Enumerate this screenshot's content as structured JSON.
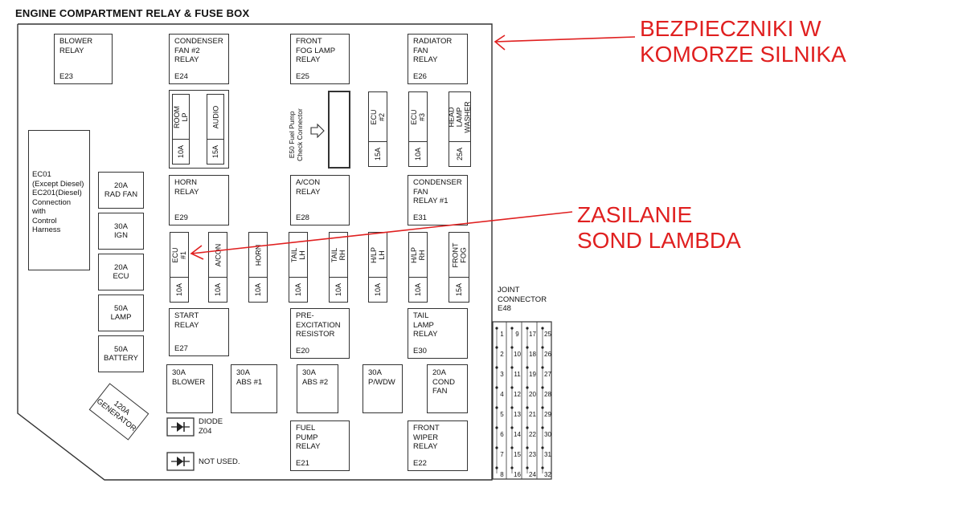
{
  "title": "ENGINE COMPARTMENT RELAY & FUSE BOX",
  "annotations": {
    "fuses_label": "BEZPIECZNIKI W\nKOMORZE SILNIKA",
    "lambda_label": "ZASILANIE\nSOND LAMBDA",
    "color": "#e02020"
  },
  "relays": {
    "e23": {
      "name": "BLOWER\nRELAY",
      "code": "E23"
    },
    "e24": {
      "name": "CONDENSER\nFAN #2\nRELAY",
      "code": "E24"
    },
    "e25": {
      "name": "FRONT\nFOG LAMP\nRELAY",
      "code": "E25"
    },
    "e26": {
      "name": "RADIATOR\nFAN\nRELAY",
      "code": "E26"
    },
    "e29": {
      "name": "HORN\nRELAY",
      "code": "E29"
    },
    "e28": {
      "name": "A/CON\nRELAY",
      "code": "E28"
    },
    "e31": {
      "name": "CONDENSER\nFAN\nRELAY #1",
      "code": "E31"
    },
    "e27": {
      "name": "START\nRELAY",
      "code": "E27"
    },
    "e20": {
      "name": "PRE-\nEXCITATION\nRESISTOR",
      "code": "E20"
    },
    "e30": {
      "name": "TAIL\nLAMP\nRELAY",
      "code": "E30"
    },
    "e21": {
      "name": "FUEL\nPUMP\nRELAY",
      "code": "E21"
    },
    "e22": {
      "name": "FRONT\nWIPER\nRELAY",
      "code": "E22"
    }
  },
  "connector_ec01": "EC01\n(Except Diesel)\nEC201(Diesel)\nConnection\nwith\nControl\nHarness",
  "fuel_pump_connector": "E50 Fuel Pump\nCheck Connector",
  "fuses_top": [
    {
      "label": "ROOM LP",
      "amp": "10A"
    },
    {
      "label": "AUDIO",
      "amp": "15A"
    },
    {
      "label": "ECU #2",
      "amp": "15A"
    },
    {
      "label": "ECU #3",
      "amp": "10A"
    },
    {
      "label": "HEAD LAMP\nWASHER",
      "amp": "25A"
    }
  ],
  "fuses_mid": [
    {
      "label": "ECU #1",
      "amp": "10A"
    },
    {
      "label": "A/CON",
      "amp": "10A"
    },
    {
      "label": "HORN",
      "amp": "10A"
    },
    {
      "label": "TAIL LH",
      "amp": "10A"
    },
    {
      "label": "TAIL RH",
      "amp": "10A"
    },
    {
      "label": "H/LP LH",
      "amp": "10A"
    },
    {
      "label": "H/LP RH",
      "amp": "10A"
    },
    {
      "label": "FRONT\nFOG",
      "amp": "15A"
    }
  ],
  "fuses_side": [
    {
      "text": "20A\nRAD FAN"
    },
    {
      "text": "30A\nIGN"
    },
    {
      "text": "20A\nECU"
    },
    {
      "text": "50A\nLAMP"
    },
    {
      "text": "50A\nBATTERY"
    }
  ],
  "fuses_bottom": [
    {
      "text": "30A\nBLOWER"
    },
    {
      "text": "30A\nABS #1"
    },
    {
      "text": "30A\nABS #2"
    },
    {
      "text": "30A\nP/WDW"
    },
    {
      "text": "20A\nCOND\nFAN"
    }
  ],
  "generator_fuse": "120A\nGENERATOR",
  "diode": {
    "label": "DIODE\nZ04"
  },
  "not_used": {
    "label": "NOT USED."
  },
  "joint_connector": {
    "label": "JOINT\nCONNECTOR\nE48",
    "pins": [
      [
        "1",
        "9",
        "17",
        "25"
      ],
      [
        "2",
        "10",
        "18",
        "26"
      ],
      [
        "3",
        "11",
        "19",
        "27"
      ],
      [
        "4",
        "12",
        "20",
        "28"
      ],
      [
        "5",
        "13",
        "21",
        "29"
      ],
      [
        "6",
        "14",
        "22",
        "30"
      ],
      [
        "7",
        "15",
        "23",
        "31"
      ],
      [
        "8",
        "16",
        "24",
        "32"
      ]
    ]
  }
}
